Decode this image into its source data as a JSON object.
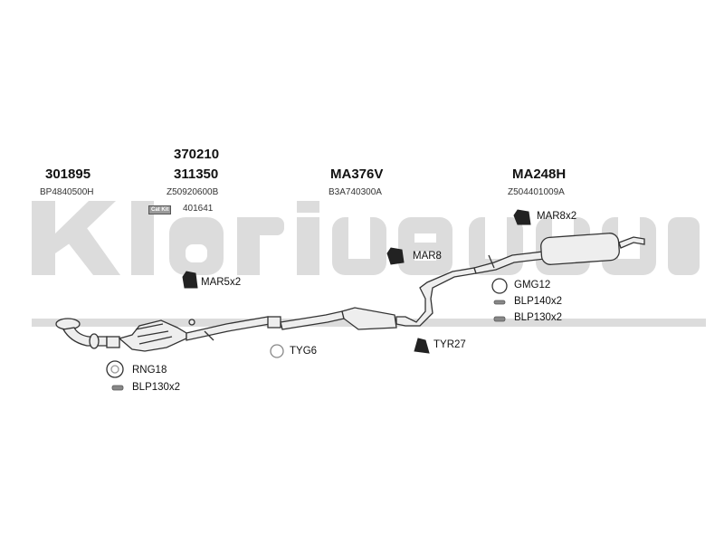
{
  "watermark": "Klarius",
  "colors": {
    "watermark": "#dcdcdc",
    "line": "#333333",
    "fill": "#eeeeee",
    "dark": "#222222"
  },
  "top_codes": {
    "front_pipe": {
      "code": "301895",
      "ref": "BP4840500H"
    },
    "catalyst": {
      "code_a": "370210",
      "code_b": "311350",
      "ref": "Z50920600B",
      "catkit_label": "Cat Kit",
      "catkit_code": "401641"
    },
    "center_silencer": {
      "code": "MA376V",
      "ref": "B3A740300A"
    },
    "rear_silencer": {
      "code": "MA248H",
      "ref": "Z504401009A"
    }
  },
  "parts": {
    "mar8x2": "MAR8x2",
    "mar8": "MAR8",
    "mar5x2": "MAR5x2",
    "gmg12": "GMG12",
    "blp140x2": "BLP140x2",
    "blp130x2_right": "BLP130x2",
    "tyg6": "TYG6",
    "tyr27": "TYR27",
    "rng18": "RNG18",
    "blp130x2_left": "BLP130x2"
  }
}
